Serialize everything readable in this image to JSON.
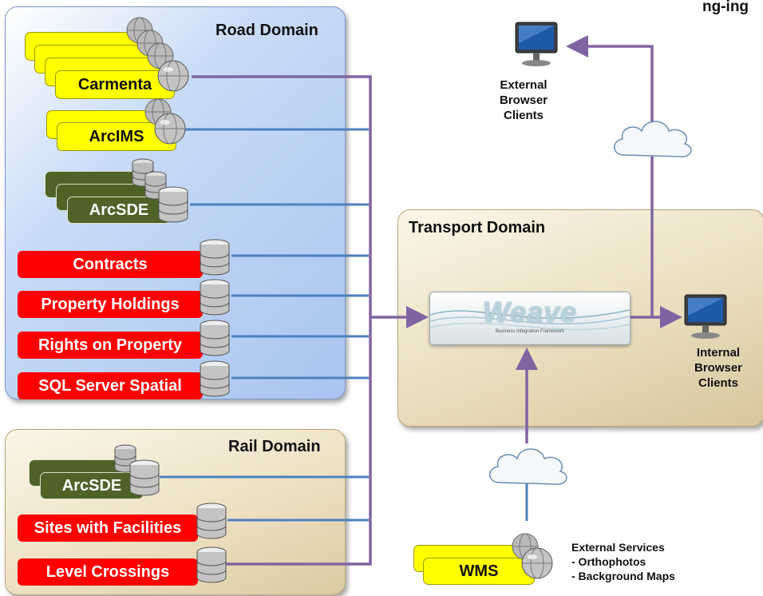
{
  "top_right_text": "ng-ing",
  "domains": {
    "road": "Road Domain",
    "transport": "Transport Domain",
    "rail": "Rail Domain"
  },
  "road_sources": {
    "carmenta": "Carmenta",
    "arcims": "ArcIMS",
    "arcsde": "ArcSDE",
    "contracts": "Contracts",
    "property_holdings": "Property Holdings",
    "rights_on_property": "Rights on Property",
    "sql_server_spatial": "SQL Server Spatial"
  },
  "rail_sources": {
    "arcsde": "ArcSDE",
    "sites_with_facilities": "Sites with Facilities",
    "level_crossings": "Level Crossings"
  },
  "weave": {
    "logo": "Weave",
    "tagline": "Business Integration Framework"
  },
  "clients": {
    "external": [
      "External",
      "Browser",
      "Clients"
    ],
    "internal": [
      "Internal",
      "Browser",
      "Clients"
    ]
  },
  "wms": {
    "label": "WMS",
    "description": [
      "External Services",
      "- Orthophotos",
      "- Background Maps"
    ]
  },
  "colors": {
    "purple_line": "#8064a2",
    "blue_line": "#4f81bd",
    "red": "#ff0000",
    "yellow": "#ffff00",
    "green": "#4f6228"
  }
}
